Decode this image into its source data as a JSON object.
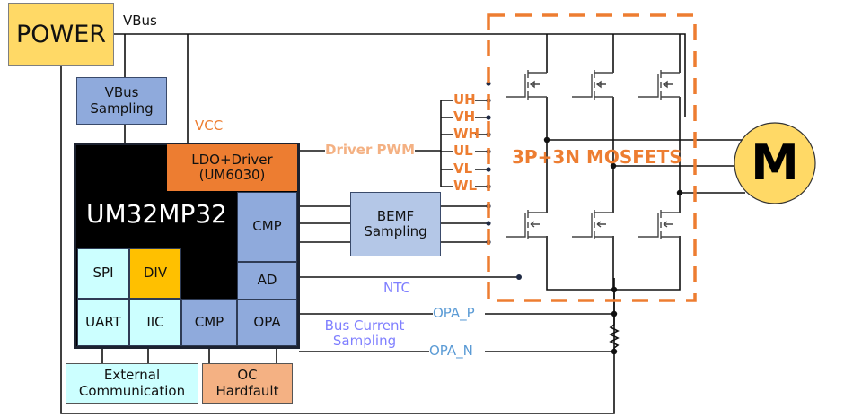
{
  "title": "UM32MP32 Motor Control Block Diagram",
  "colors": {
    "power": "#FFD966",
    "sampling_box": "#8FAADC",
    "bemf_box": "#B4C7E7",
    "mcu_body": "#000000",
    "ldo": "#ED7D31",
    "peripheral_cyan": "#CCFFFF",
    "div": "#FFC000",
    "oc_hardfault": "#F4B183",
    "mosfet_border": "#ED7D31",
    "driver_pwm_text": "#F4B183",
    "gate_label": "#ED7D31",
    "ntc_text": "#7F7FFF",
    "opa_text": "#5B9BD5",
    "motor": "#FFD966"
  },
  "power": {
    "label": "POWER"
  },
  "vbus": {
    "label": "VBus"
  },
  "vcc": {
    "label": "VCC"
  },
  "vbus_sampling": {
    "line1": "VBus",
    "line2": "Sampling"
  },
  "mcu": {
    "name": "UM32MP32",
    "ldo": {
      "line1": "LDO+Driver",
      "line2": "(UM6030)"
    },
    "cmp_right": "CMP",
    "ad": "AD",
    "spi": "SPI",
    "div": "DIV",
    "uart": "UART",
    "iic": "IIC",
    "cmp_bottom": "CMP",
    "opa": "OPA"
  },
  "driver_pwm": {
    "label": "Driver PWM"
  },
  "gate_signals": [
    "UH",
    "VH",
    "WH",
    "UL",
    "VL",
    "WL"
  ],
  "bemf": {
    "line1": "BEMF",
    "line2": "Sampling"
  },
  "mosfets": {
    "label": "3P+3N MOSFETS"
  },
  "motor": {
    "label": "M"
  },
  "ntc": {
    "label": "NTC"
  },
  "bus_current": {
    "line1": "Bus Current",
    "line2": "Sampling"
  },
  "opa_p": {
    "label": "OPA_P"
  },
  "opa_n": {
    "label": "OPA_N"
  },
  "external_comm": {
    "line1": "External",
    "line2": "Communication"
  },
  "oc_hardfault": {
    "line1": "OC",
    "line2": "Hardfault"
  }
}
